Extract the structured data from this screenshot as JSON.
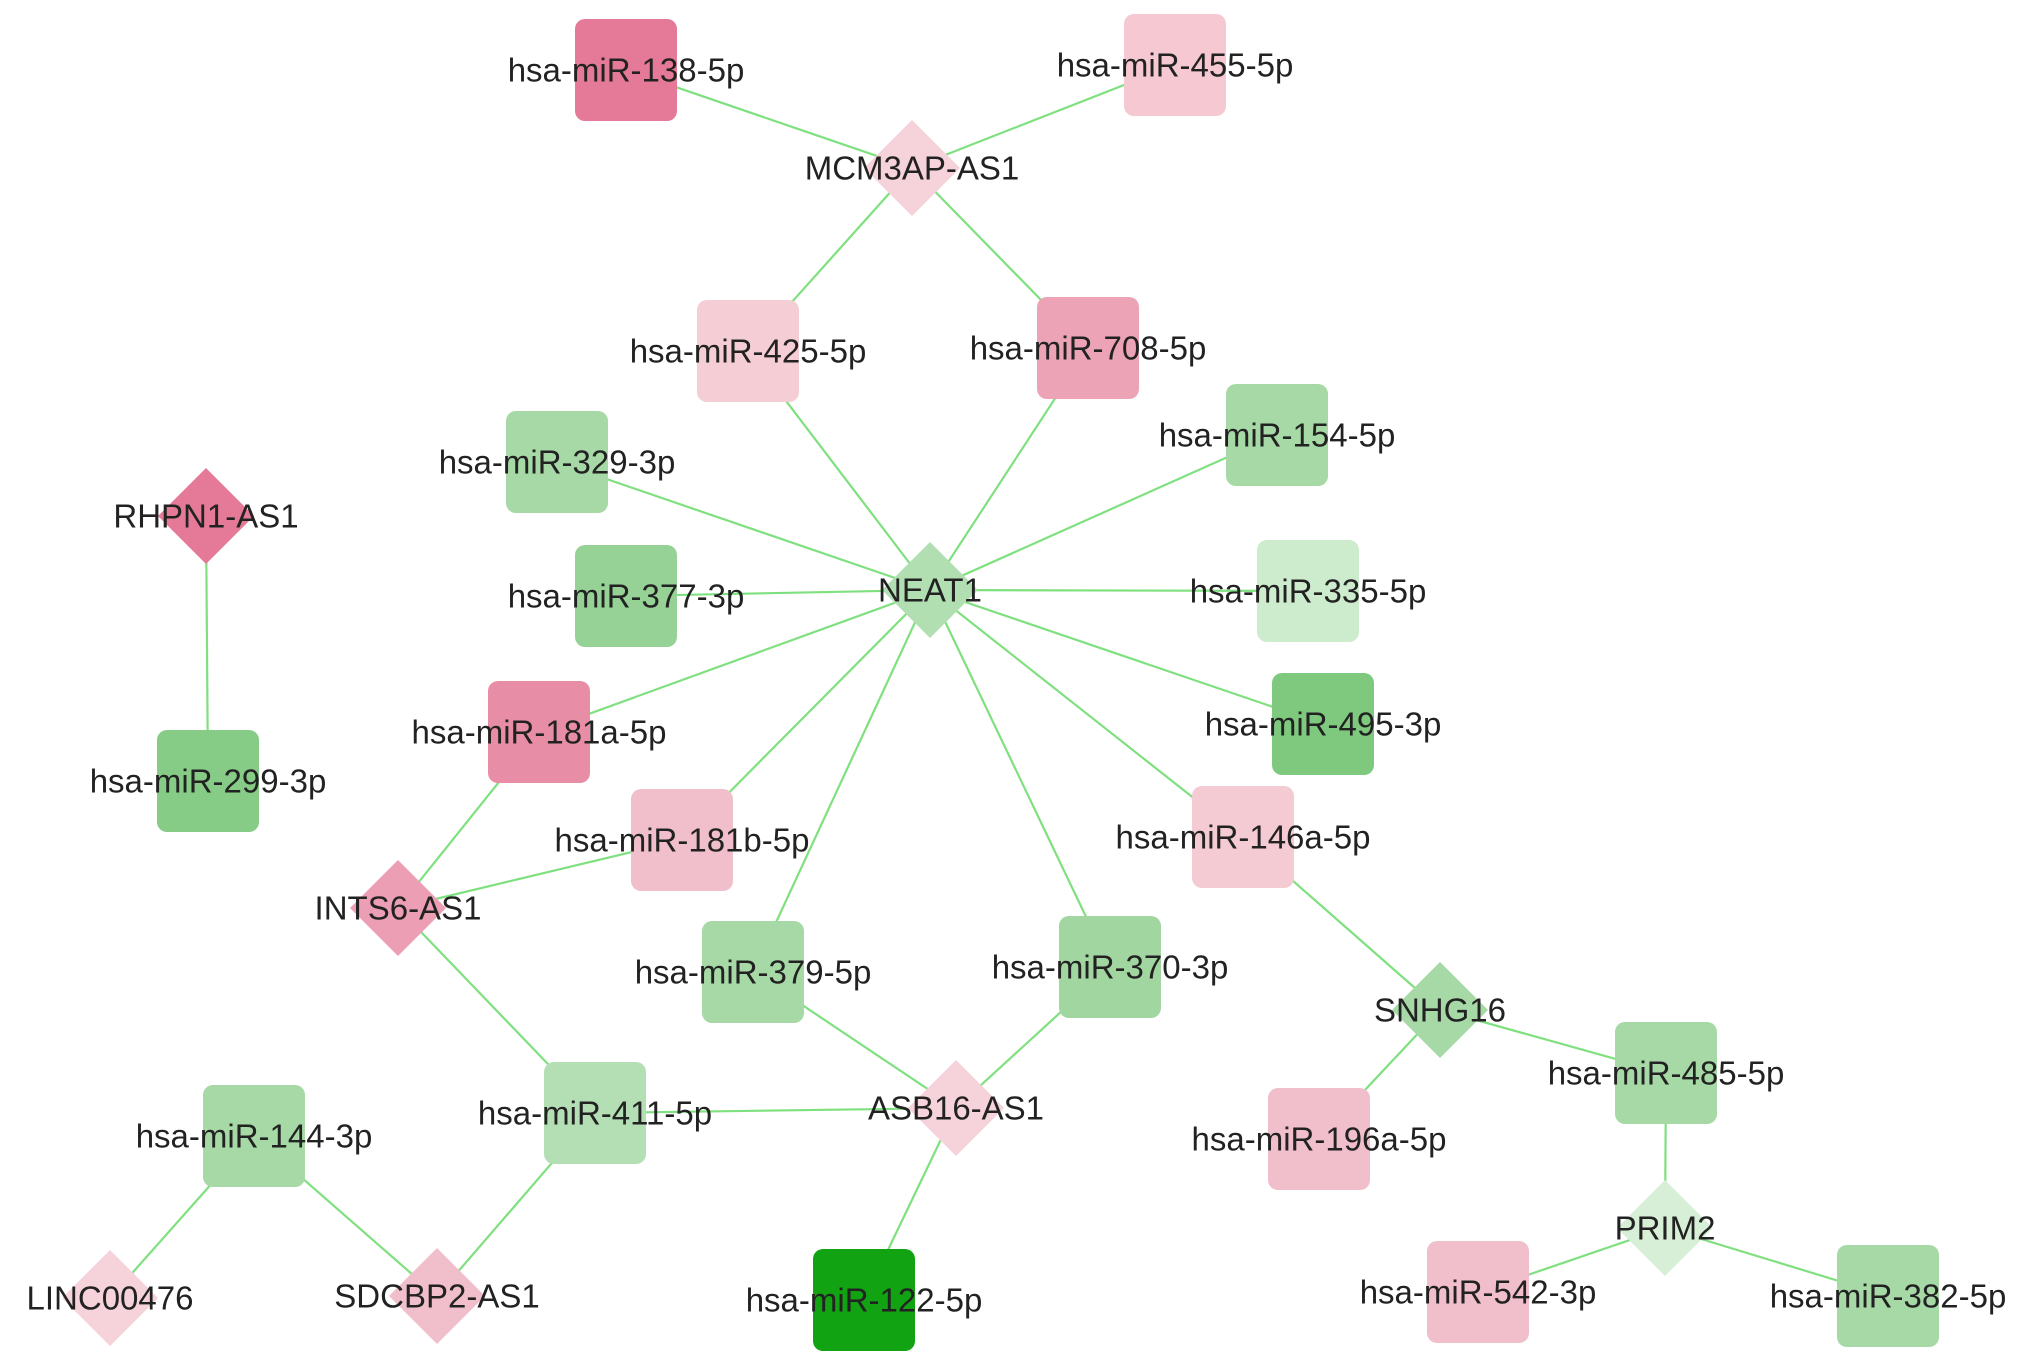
{
  "palette": {
    "edge": "#7fe07f",
    "pink_dark": "#e47a98",
    "pink_mid": "#ec9fb4",
    "pink_light": "#f1bfcc",
    "pink_pale": "#f6d2da",
    "green_dark": "#12a312",
    "green_mid": "#86cc86",
    "green_light": "#a6d9a6",
    "green_pale": "#cdebcd"
  },
  "nodes": [
    {
      "id": "mcm3ap",
      "label": "MCM3AP-AS1",
      "shape": "diamond",
      "color": "#f6d2da"
    },
    {
      "id": "neat1",
      "label": "NEAT1",
      "shape": "diamond",
      "color": "#b2dfb2"
    },
    {
      "id": "rhpn1",
      "label": "RHPN1-AS1",
      "shape": "diamond",
      "color": "#e47a98"
    },
    {
      "id": "ints6",
      "label": "INTS6-AS1",
      "shape": "diamond",
      "color": "#ec9fb4"
    },
    {
      "id": "asb16",
      "label": "ASB16-AS1",
      "shape": "diamond",
      "color": "#f6d2da"
    },
    {
      "id": "snhg16",
      "label": "SNHG16",
      "shape": "diamond",
      "color": "#a6d9a6"
    },
    {
      "id": "prim2",
      "label": "PRIM2",
      "shape": "diamond",
      "color": "#d6efd6"
    },
    {
      "id": "linc00476",
      "label": "LINC00476",
      "shape": "diamond",
      "color": "#f6d2da"
    },
    {
      "id": "sdcbp2",
      "label": "SDCBP2-AS1",
      "shape": "diamond",
      "color": "#f1bfcc"
    },
    {
      "id": "m138",
      "label": "hsa-miR-138-5p",
      "shape": "square",
      "color": "#e47a98"
    },
    {
      "id": "m455",
      "label": "hsa-miR-455-5p",
      "shape": "square",
      "color": "#f6c8d2"
    },
    {
      "id": "m425",
      "label": "hsa-miR-425-5p",
      "shape": "square",
      "color": "#f4cdd5"
    },
    {
      "id": "m708",
      "label": "hsa-miR-708-5p",
      "shape": "square",
      "color": "#eca3b5"
    },
    {
      "id": "m329",
      "label": "hsa-miR-329-3p",
      "shape": "square",
      "color": "#a6d9a6"
    },
    {
      "id": "m154",
      "label": "hsa-miR-154-5p",
      "shape": "square",
      "color": "#a6d9a6"
    },
    {
      "id": "m377",
      "label": "hsa-miR-377-3p",
      "shape": "square",
      "color": "#96d296"
    },
    {
      "id": "m335",
      "label": "hsa-miR-335-5p",
      "shape": "square",
      "color": "#cdebcd"
    },
    {
      "id": "m181a",
      "label": "hsa-miR-181a-5p",
      "shape": "square",
      "color": "#e78ea6"
    },
    {
      "id": "m495",
      "label": "hsa-miR-495-3p",
      "shape": "square",
      "color": "#7fc97f"
    },
    {
      "id": "m299",
      "label": "hsa-miR-299-3p",
      "shape": "square",
      "color": "#86cc86"
    },
    {
      "id": "m181b",
      "label": "hsa-miR-181b-5p",
      "shape": "square",
      "color": "#f1bfcc"
    },
    {
      "id": "m146a",
      "label": "hsa-miR-146a-5p",
      "shape": "square",
      "color": "#f4cad3"
    },
    {
      "id": "m379",
      "label": "hsa-miR-379-5p",
      "shape": "square",
      "color": "#a6d9a6"
    },
    {
      "id": "m370",
      "label": "hsa-miR-370-3p",
      "shape": "square",
      "color": "#a1d6a1"
    },
    {
      "id": "m411",
      "label": "hsa-miR-411-5p",
      "shape": "square",
      "color": "#b4dfb4"
    },
    {
      "id": "m144",
      "label": "hsa-miR-144-3p",
      "shape": "square",
      "color": "#a6d9a6"
    },
    {
      "id": "m485",
      "label": "hsa-miR-485-5p",
      "shape": "square",
      "color": "#a6d9a6"
    },
    {
      "id": "m196a",
      "label": "hsa-miR-196a-5p",
      "shape": "square",
      "color": "#f1bfcc"
    },
    {
      "id": "m122",
      "label": "hsa-miR-122-5p",
      "shape": "square",
      "color": "#12a312"
    },
    {
      "id": "m542",
      "label": "hsa-miR-542-3p",
      "shape": "square",
      "color": "#f1bfcc"
    },
    {
      "id": "m382",
      "label": "hsa-miR-382-5p",
      "shape": "square",
      "color": "#a6d9a6"
    }
  ],
  "edges": [
    [
      "m138",
      "mcm3ap"
    ],
    [
      "m455",
      "mcm3ap"
    ],
    [
      "mcm3ap",
      "m425"
    ],
    [
      "mcm3ap",
      "m708"
    ],
    [
      "m425",
      "neat1"
    ],
    [
      "m708",
      "neat1"
    ],
    [
      "m329",
      "neat1"
    ],
    [
      "m154",
      "neat1"
    ],
    [
      "m377",
      "neat1"
    ],
    [
      "m335",
      "neat1"
    ],
    [
      "m181a",
      "neat1"
    ],
    [
      "m495",
      "neat1"
    ],
    [
      "m181b",
      "neat1"
    ],
    [
      "m146a",
      "neat1"
    ],
    [
      "m379",
      "neat1"
    ],
    [
      "m370",
      "neat1"
    ],
    [
      "rhpn1",
      "m299"
    ],
    [
      "m181a",
      "ints6"
    ],
    [
      "m181b",
      "ints6"
    ],
    [
      "ints6",
      "m411"
    ],
    [
      "m379",
      "asb16"
    ],
    [
      "m370",
      "asb16"
    ],
    [
      "m411",
      "asb16"
    ],
    [
      "asb16",
      "m122"
    ],
    [
      "m411",
      "sdcbp2"
    ],
    [
      "m144",
      "sdcbp2"
    ],
    [
      "m144",
      "linc00476"
    ],
    [
      "m146a",
      "snhg16"
    ],
    [
      "snhg16",
      "m196a"
    ],
    [
      "snhg16",
      "m485"
    ],
    [
      "m485",
      "prim2"
    ],
    [
      "prim2",
      "m542"
    ],
    [
      "prim2",
      "m382"
    ]
  ]
}
